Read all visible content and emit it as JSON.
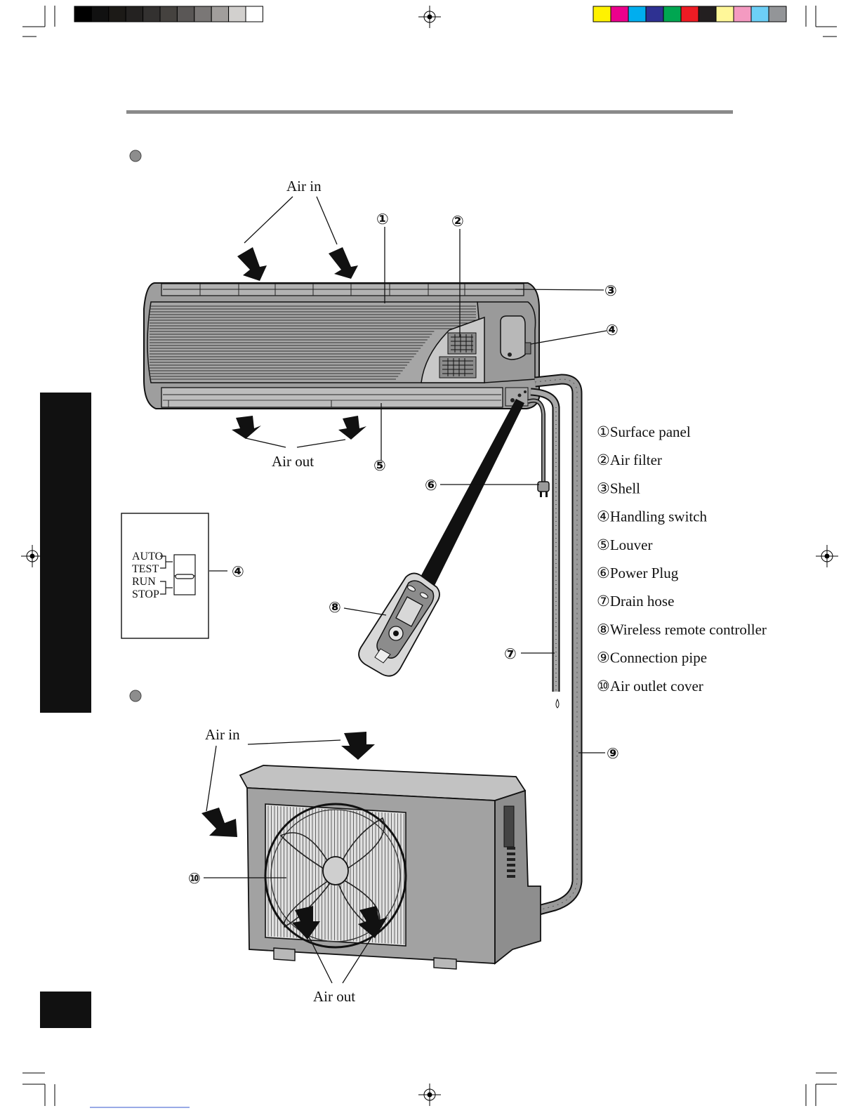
{
  "calibration": {
    "grays": [
      "#000000",
      "#111111",
      "#1c1a17",
      "#242221",
      "#333130",
      "#45423f",
      "#5a5756",
      "#7a7776",
      "#a19e9c",
      "#d2d0ce",
      "#ffffff"
    ],
    "colors": [
      "#fff200",
      "#ec008c",
      "#00aeef",
      "#2e3192",
      "#00a651",
      "#ed1c24",
      "#231f20",
      "#fff799",
      "#f49ac1",
      "#6dcff6",
      "#939598"
    ]
  },
  "indoor": {
    "air_in": "Air in",
    "air_out": "Air out"
  },
  "switch_panel": {
    "modes": [
      "AUTO",
      "TEST",
      "RUN",
      "STOP"
    ],
    "callout": "④"
  },
  "callouts": {
    "c1": "①",
    "c2": "②",
    "c3": "③",
    "c4": "④",
    "c5": "⑤",
    "c6": "⑥",
    "c7": "⑦",
    "c8": "⑧",
    "c9": "⑨",
    "c10": "⑩"
  },
  "outdoor": {
    "air_in": "Air in",
    "air_out": "Air out"
  },
  "legend": [
    {
      "num": "①",
      "text": "Surface panel"
    },
    {
      "num": "②",
      "text": "Air  filter"
    },
    {
      "num": "③",
      "text": "Shell"
    },
    {
      "num": "④",
      "text": "Handling switch"
    },
    {
      "num": "⑤",
      "text": "Louver"
    },
    {
      "num": "⑥",
      "text": "Power Plug"
    },
    {
      "num": "⑦",
      "text": "Drain hose"
    },
    {
      "num": "⑧",
      "text": "Wireless remote controller"
    },
    {
      "num": "⑨",
      "text": "Connection pipe"
    },
    {
      "num": "⑩",
      "text": "Air outlet cover"
    }
  ]
}
